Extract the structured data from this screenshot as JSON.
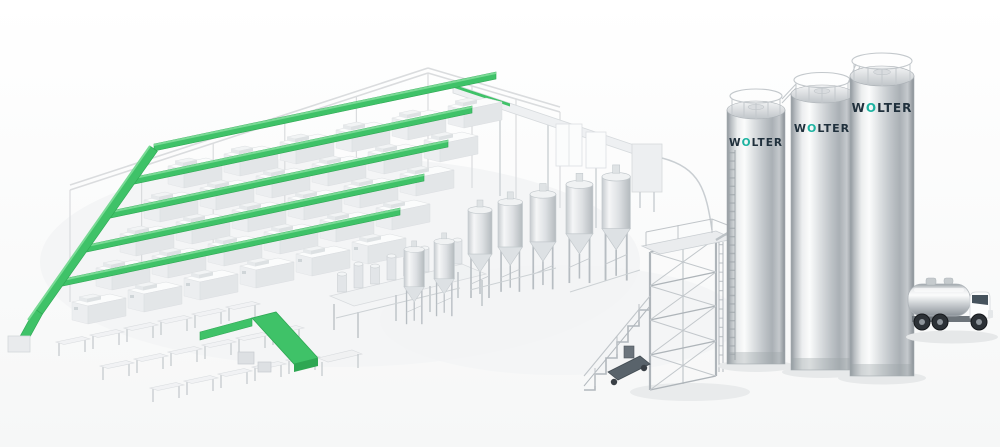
{
  "scene": {
    "type": "isometric-3d-plant-render",
    "background_color": "#fdfdfd"
  },
  "colors": {
    "conveyor_green": "#3fc268",
    "conveyor_green_dark": "#2ea753",
    "conveyor_green_light": "#79da95",
    "machine_white": "#fbfcfc",
    "frame_gray": "#d9dcde",
    "metal_edge": "#8f969c",
    "brand_dark": "#20303c",
    "brand_teal": "#1db3a1",
    "shadow_gray": "#e8eaeb"
  },
  "machine_grid": {
    "rows": 5,
    "cols": 6
  },
  "dryer_station": {
    "hopper_count": 7,
    "manifold_receivers": 8
  },
  "packing_area": {
    "table_rows": 3
  },
  "silos": {
    "count": 3,
    "labels": [
      {
        "pre": "W",
        "accent": "O",
        "post": "LTER"
      },
      {
        "pre": "W",
        "accent": "O",
        "post": "LTER"
      },
      {
        "pre": "W",
        "accent": "O",
        "post": "LTER"
      }
    ]
  },
  "truck": {
    "kind": "tanker-truck"
  }
}
